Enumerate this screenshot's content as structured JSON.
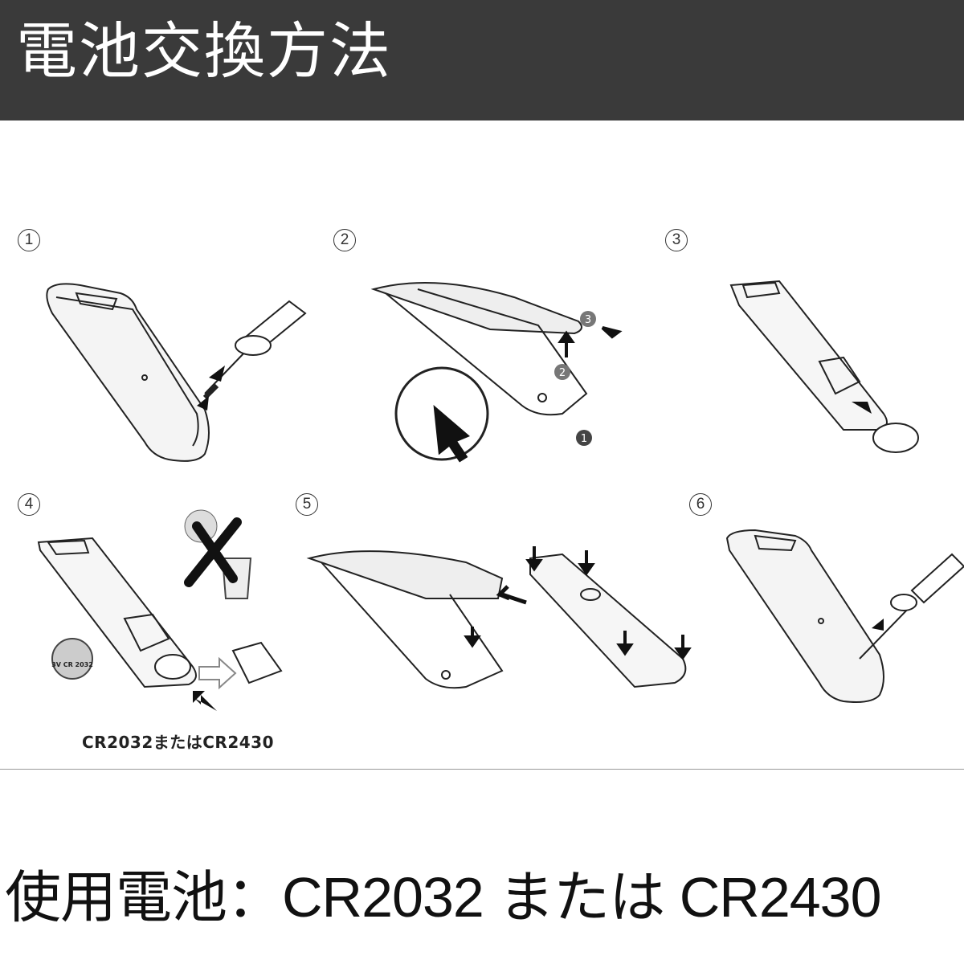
{
  "header": {
    "title": "電池交換方法"
  },
  "steps": [
    {
      "number": "1"
    },
    {
      "number": "2"
    },
    {
      "number": "3"
    },
    {
      "number": "4"
    },
    {
      "number": "5"
    },
    {
      "number": "6"
    }
  ],
  "step4": {
    "caption": "CR2032またはCR2430",
    "battery_label": "3V CR 2032"
  },
  "step2": {
    "callouts": [
      "1",
      "2",
      "3"
    ]
  },
  "footer": {
    "battery_text": "使用電池：CR2032 または CR2430"
  },
  "colors": {
    "header_bg": "#3a3a3a",
    "header_text": "#ffffff"
  }
}
